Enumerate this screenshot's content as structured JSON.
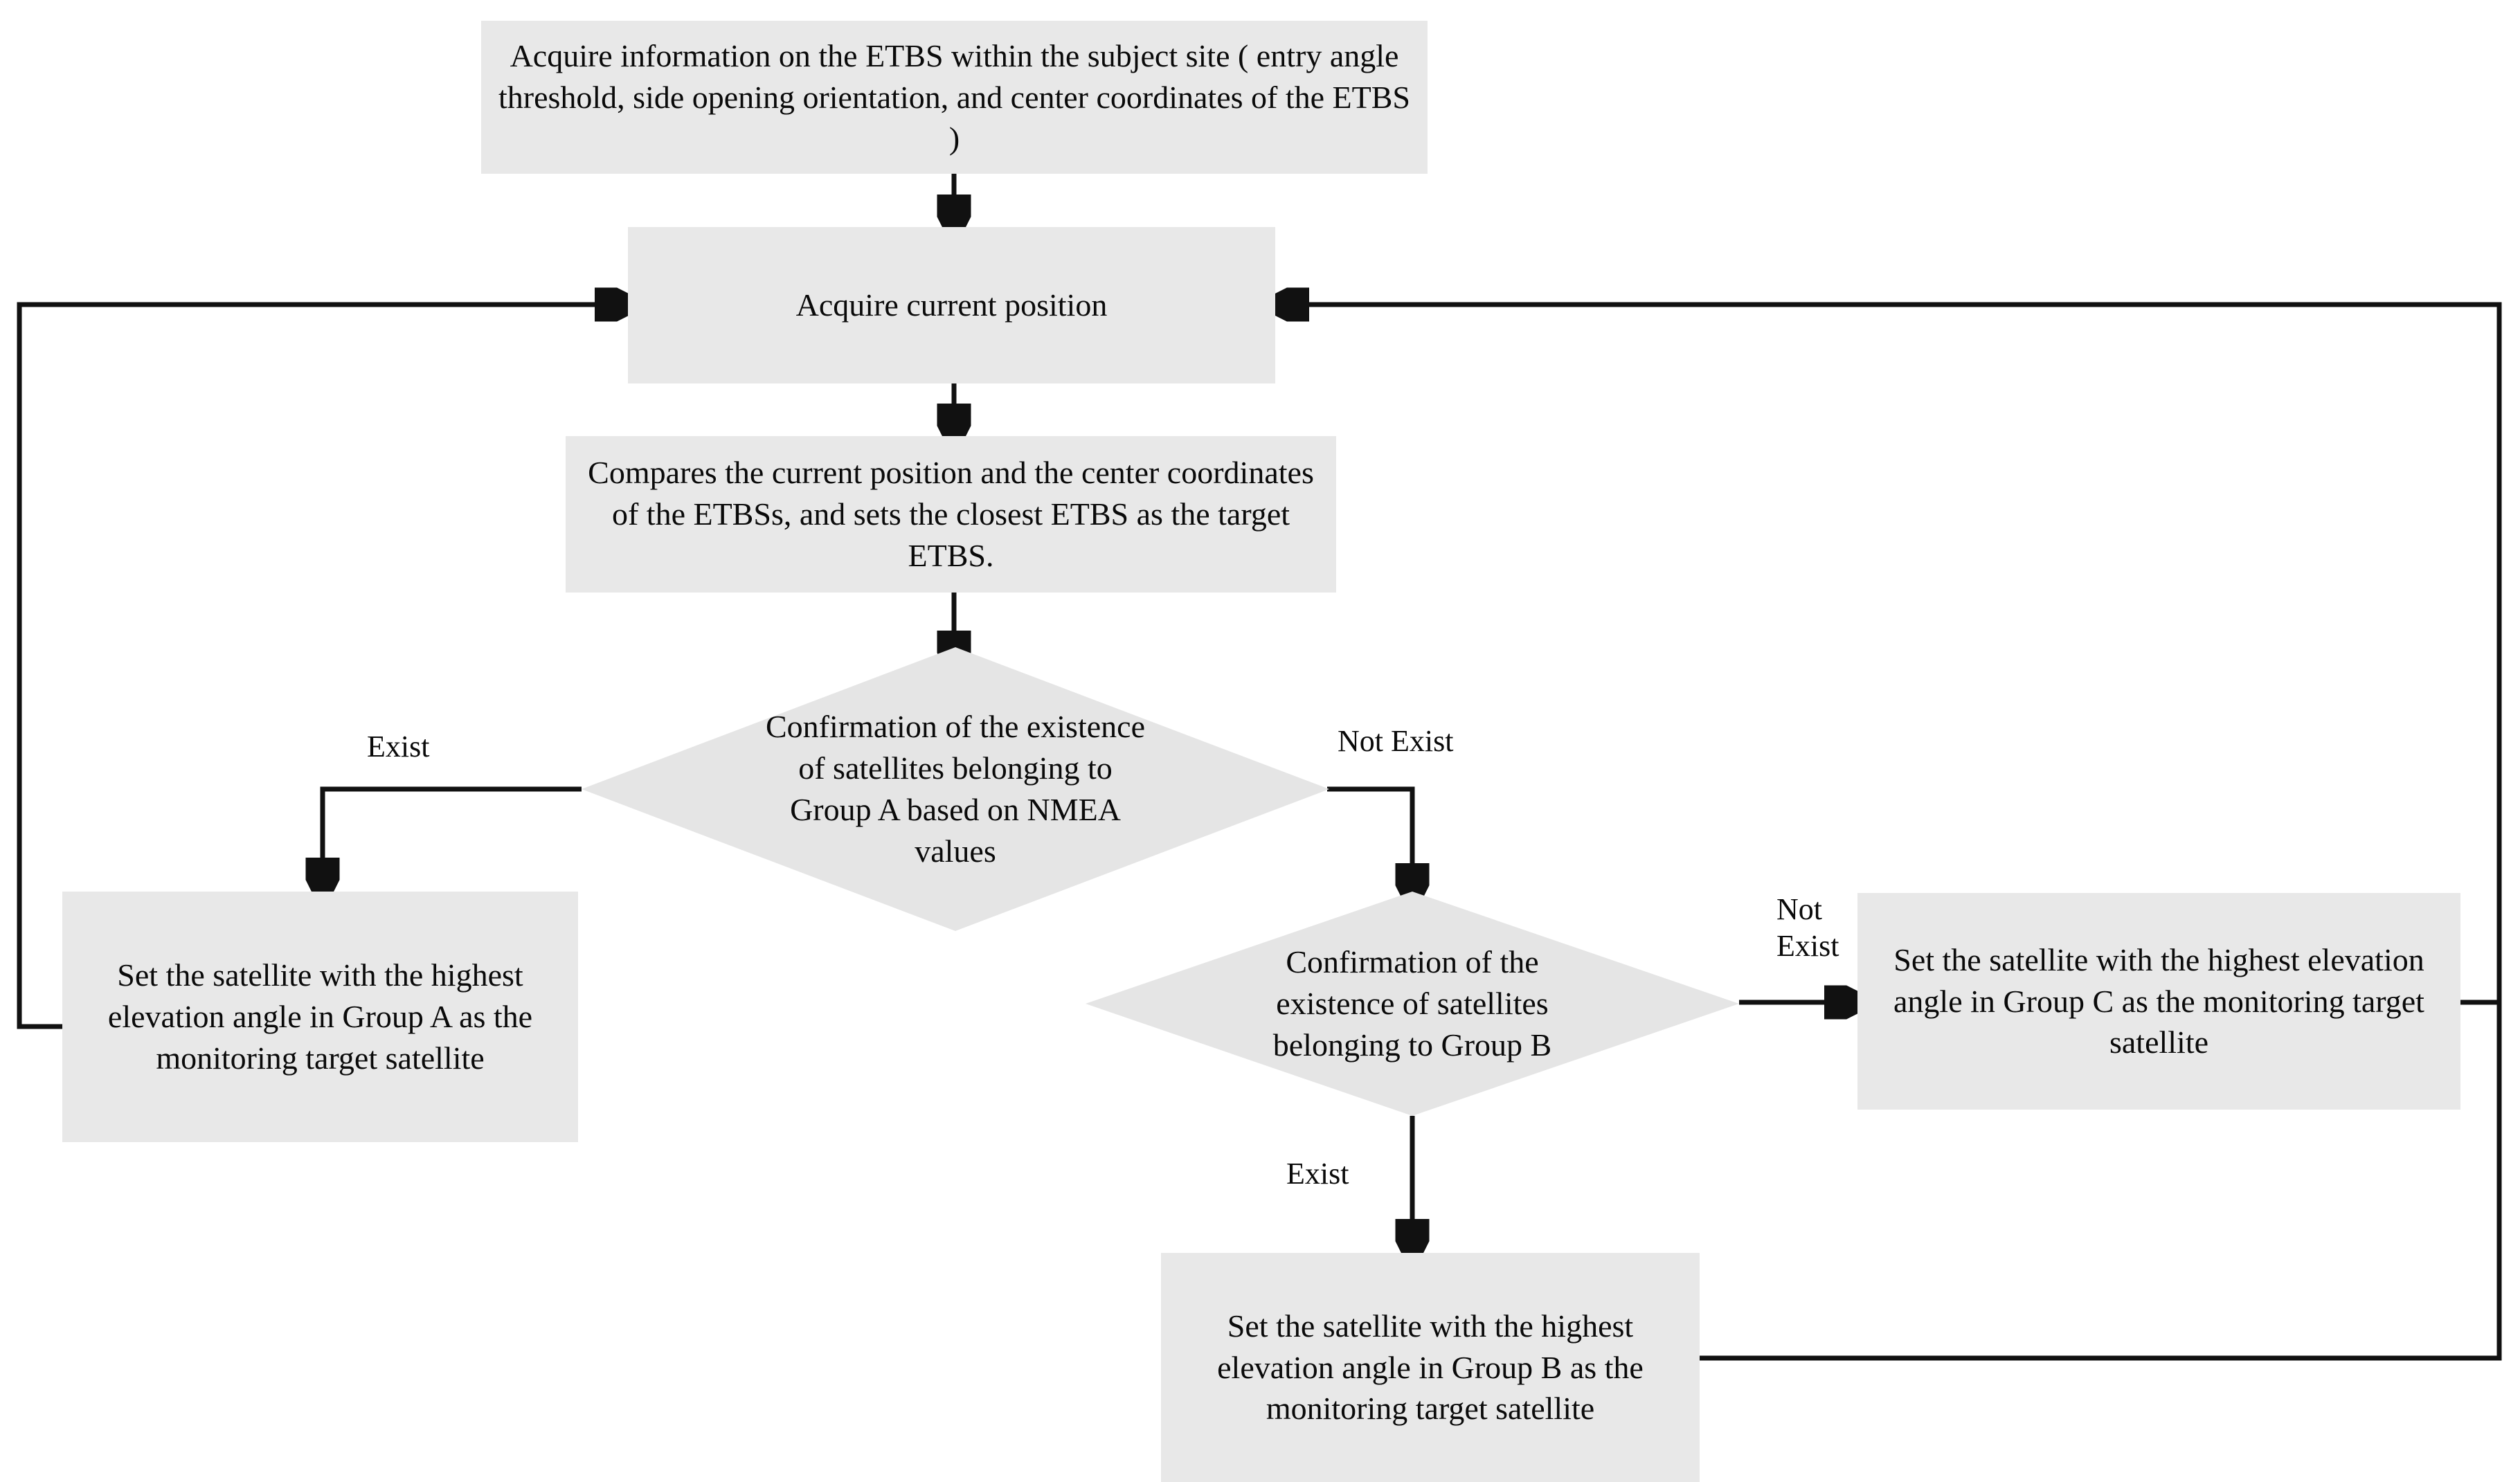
{
  "diagram": {
    "title": "ETBS monitoring target satellite selection flowchart",
    "colors": {
      "node_fill": "#e8e8e8",
      "decision_fill": "#e5e5e5",
      "stroke": "#111111",
      "text": "#0a0a0a",
      "background": "#ffffff"
    },
    "nodes": {
      "acquire_etbs_info": "Acquire information on the ETBS within the subject site ( entry angle threshold, side opening orientation, and center coordinates of the ETBS )",
      "acquire_current_position": "Acquire current position",
      "compare_position": "Compares the current position and the center coordinates of the ETBSs, and sets the closest ETBS as the target ETBS.",
      "decision_group_a": "Confirmation of the existence of satellites belonging to Group A based on NMEA values",
      "decision_group_b": "Confirmation of the existence of satellites belonging to Group B",
      "set_group_a": "Set the satellite with the highest elevation angle in Group A as the monitoring target satellite",
      "set_group_b": "Set the satellite with the highest elevation angle in Group B as the monitoring target satellite",
      "set_group_c": "Set the satellite with the highest elevation angle in Group C as the monitoring target satellite"
    },
    "edge_labels": {
      "a_exist": "Exist",
      "a_not_exist": "Not Exist",
      "b_exist": "Exist",
      "b_not_exist": "Not\nExist"
    }
  }
}
